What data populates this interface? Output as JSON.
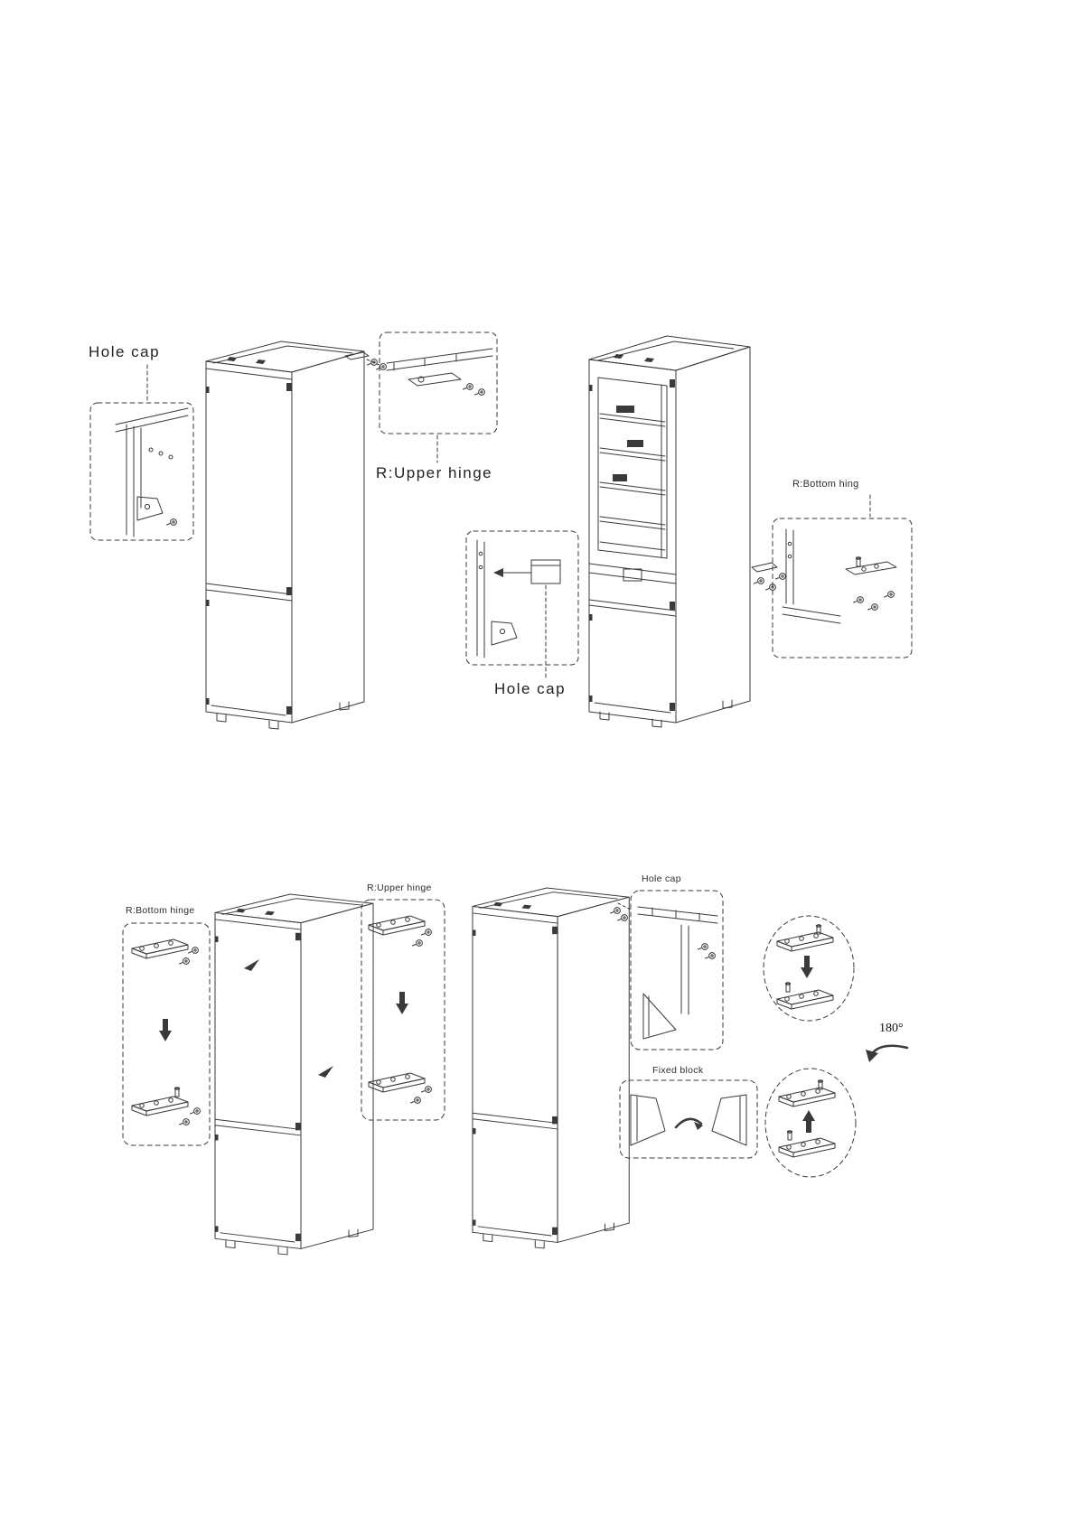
{
  "page": {
    "ink_color": "#3a3a3a",
    "background_color": "#ffffff"
  },
  "figure_top_left": {
    "hole_cap_label": "Hole cap",
    "upper_hinge_label": "R:Upper hinge"
  },
  "figure_top_right": {
    "bottom_hinge_label": "R:Bottom hing",
    "hole_cap_label": "Hole cap"
  },
  "figure_bottom_left": {
    "bottom_hinge_label": "R:Bottom hinge",
    "upper_hinge_label": "R:Upper hinge"
  },
  "figure_bottom_right": {
    "hole_cap_label": "Hole cap",
    "fixed_block_label": "Fixed block",
    "rotation_label": "180°"
  }
}
